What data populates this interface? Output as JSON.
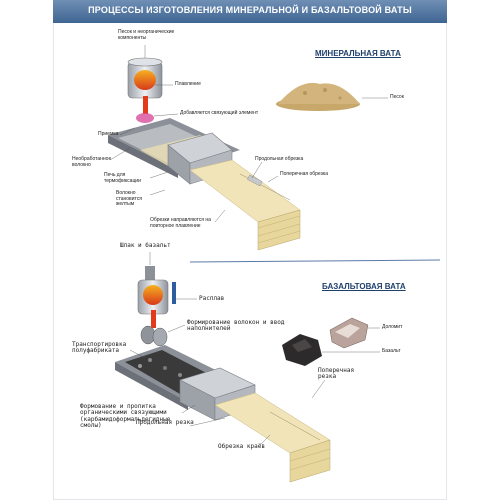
{
  "header": {
    "title": "ПРОЦЕССЫ ИЗГОТОВЛЕНИЯ МИНЕРАЛЬНОЙ И БАЗАЛЬТОВОЙ ВАТЫ"
  },
  "mineral": {
    "title": "МИНЕРАЛЬНАЯ ВАТА",
    "labels": {
      "sand_components": "Песок и неорганические компоненты",
      "melting": "Плавление",
      "binder_added": "Добавляется связующий элемент",
      "receiver": "Приемка",
      "raw_wool": "Необработанное волокно",
      "oven": "Печь для термофиксации",
      "yellow": "Волокно становится желтым",
      "long_cut": "Продольная обрезка",
      "cross_cut": "Поперечная обрезка",
      "remelt": "Обрезки направляются на повторное плавление",
      "sand": "Песок"
    }
  },
  "basalt": {
    "title": "БАЗАЛЬТОВАЯ ВАТА",
    "labels": {
      "slag_basalt": "Шлак и базальт",
      "melt": "Расплав",
      "forming": "Формирование волокон и ввод наполнителей",
      "transport": "Транспортировка полуфабриката",
      "impregnation": "Формование и пропитка органическими связующими (карбамидоформальдегидные смолы)",
      "long_cut": "Продольная резка",
      "cross_cut": "Поперечная резка",
      "edge_trim": "Обрезка краёв",
      "dolomite": "Доломит",
      "basalt": "Базальт"
    }
  },
  "colors": {
    "header": "#4f74a0",
    "title": "#1f3f6b",
    "melt": "#e0501f",
    "wool": "#efe2b0",
    "machine": "#c9ccd1"
  }
}
